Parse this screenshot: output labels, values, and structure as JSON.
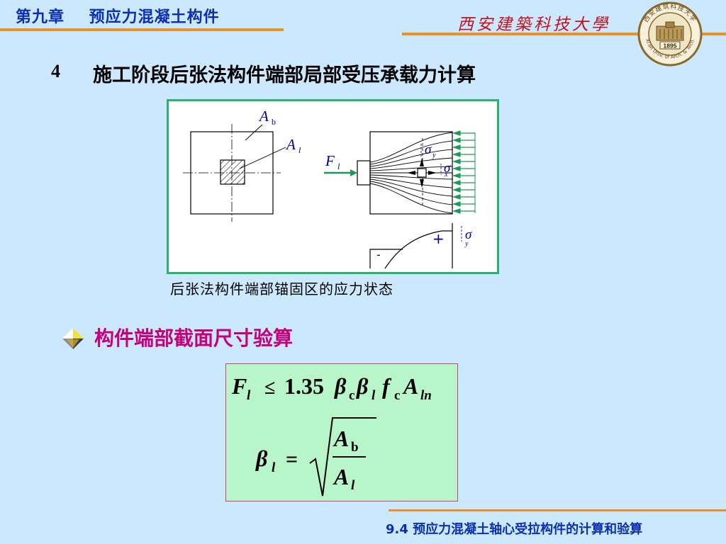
{
  "header": {
    "chapter_title": "第九章    预应力混凝土构件",
    "university_name": "西安建築科技大學",
    "seal_year": "1895",
    "seal_top": "西安建筑科技大学",
    "seal_bottom": "Xi'an Univ. of Arch. & Tech."
  },
  "section": {
    "number": "4",
    "title": "施工阶段后张法构件端部局部受压承载力计算"
  },
  "figure": {
    "caption": "后张法构件端部锚固区的应力状态",
    "labels": {
      "Ab_main": "A",
      "Ab_sub": "b",
      "Al_main": "A",
      "Al_sub": "l",
      "Fl_main": "F",
      "Fl_sub": "l",
      "sigma_y": "σ",
      "sigma_y_sub": "y",
      "sigma_x": "σ",
      "sigma_x_sub": "x",
      "sigma_y2": "σ",
      "sigma_y2_sub": "y",
      "plus": "+",
      "minus": "-"
    },
    "arrow_color": "#1a9a55"
  },
  "bullet": {
    "heading": "构件端部截面尺寸验算"
  },
  "formula": {
    "f1": {
      "F": "F",
      "l": "l",
      "leq": "≤",
      "coef": "1.35",
      "beta": "β",
      "c": "c",
      "f": "f",
      "A": "A",
      "ln": "ln"
    },
    "f2": {
      "beta": "β",
      "l": "l",
      "eq": "=",
      "A": "A",
      "b": "b"
    }
  },
  "footer": {
    "text": "9.4  预应力混凝土轴心受拉构件的计算和验算"
  }
}
